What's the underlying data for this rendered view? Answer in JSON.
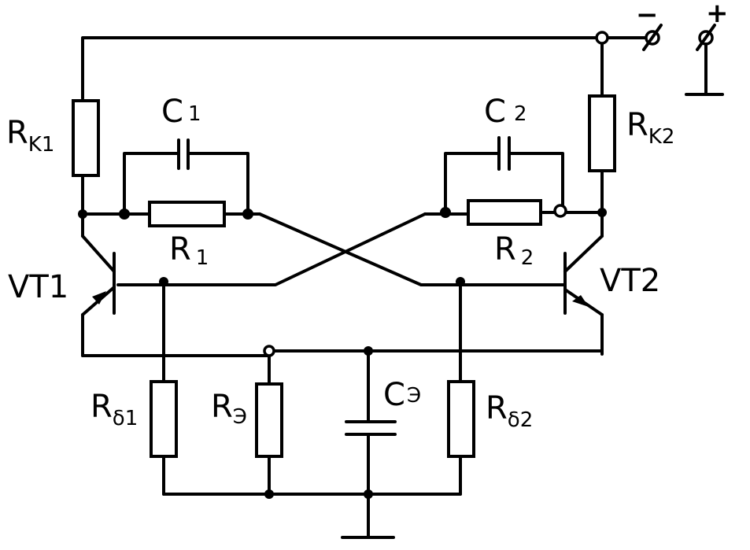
{
  "diagram": {
    "labels": {
      "rk1": {
        "main": "R",
        "sub": "K1"
      },
      "rk2": {
        "main": "R",
        "sub": "K2"
      },
      "c1": {
        "main": "C",
        "sub": "1"
      },
      "c2": {
        "main": "C",
        "sub": "2"
      },
      "r1": {
        "main": "R",
        "sub": "1"
      },
      "r2": {
        "main": "R",
        "sub": "2"
      },
      "vt1": "VT1",
      "vt2": "VT2",
      "rb1": {
        "main": "R",
        "sub": "δ1"
      },
      "rb2": {
        "main": "R",
        "sub": "δ2"
      },
      "re": {
        "main": "R",
        "sub": "Э"
      },
      "ce": {
        "main": "C",
        "sub": "Э"
      },
      "minus": "−",
      "plus": "+"
    }
  }
}
